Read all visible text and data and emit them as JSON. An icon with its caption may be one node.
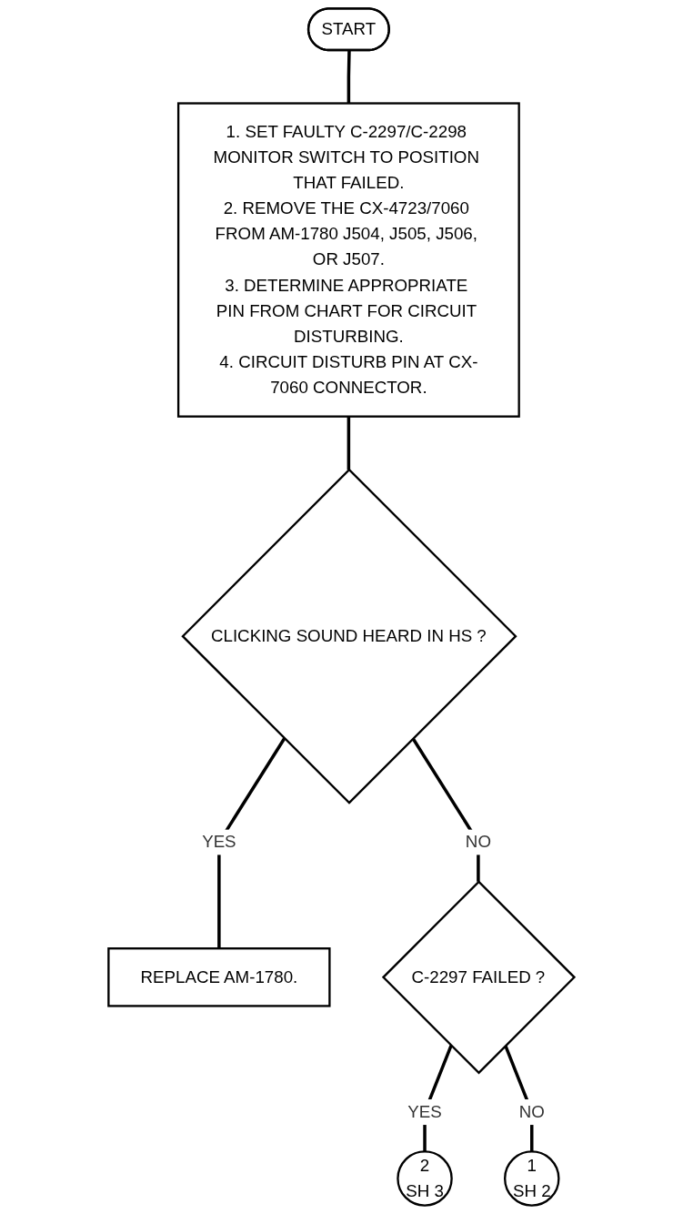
{
  "diagram": {
    "nodes": [
      {
        "text": [
          "START"
        ]
      },
      {
        "text": [
          "1. SET FAULTY C-2297/C-2298 MONITOR SWITCH TO POSITION THAT FAILED.",
          "2. REMOVE THE CX-4723/7060 FROM AM-1780 J504, J505, J506, OR J507.",
          "3. DETERMINE APPROPRIATE PIN FROM CHART FOR CIRCUIT DISTURBING.",
          "4. CIRCUIT DISTURB PIN AT CX-7060 CONNECTOR."
        ]
      },
      {
        "text": [
          "CLICKING SOUND HEARD IN HS ?"
        ]
      },
      {
        "text": [
          "REPLACE AM-1780."
        ]
      },
      {
        "text": [
          "C-2297 FAILED ?"
        ]
      },
      {
        "text": [
          "2",
          "SH 3"
        ]
      },
      {
        "text": [
          "1",
          "SH 2"
        ]
      }
    ],
    "edges": [
      {
        "from": 0,
        "to": 1,
        "arrow": "none"
      },
      {
        "from": 1,
        "to": 2,
        "arrow": "none"
      },
      {
        "from": 2,
        "to": 3,
        "arrow": "none",
        "label": "YES"
      },
      {
        "from": 2,
        "to": 4,
        "arrow": "none",
        "label": "NO"
      },
      {
        "from": 4,
        "to": 5,
        "arrow": "none",
        "label": "YES"
      },
      {
        "from": 4,
        "to": 6,
        "arrow": "none",
        "label": "NO"
      }
    ]
  }
}
